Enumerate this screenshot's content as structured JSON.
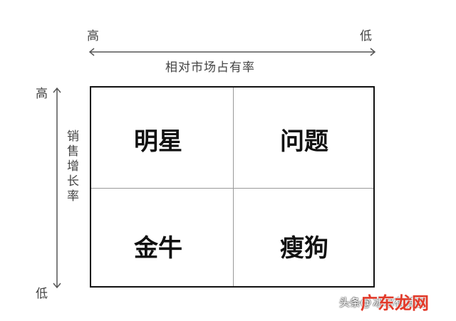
{
  "x_axis": {
    "high_label": "高",
    "low_label": "低",
    "title": "相对市场占有率"
  },
  "y_axis": {
    "high_label": "高",
    "low_label": "低",
    "title": "销售增长率"
  },
  "quadrants": {
    "top_left": "明星",
    "top_right": "问题",
    "bottom_left": "金牛",
    "bottom_right": "瘦狗"
  },
  "watermark": {
    "prefix": "头条",
    "middle": "@",
    "brand": "广东龙网",
    "suffix": "冰冰有其团"
  },
  "colors": {
    "line": "#111111",
    "grid_line": "#999999",
    "arrow": "#555555",
    "watermark_brand": "#e23a2a"
  }
}
